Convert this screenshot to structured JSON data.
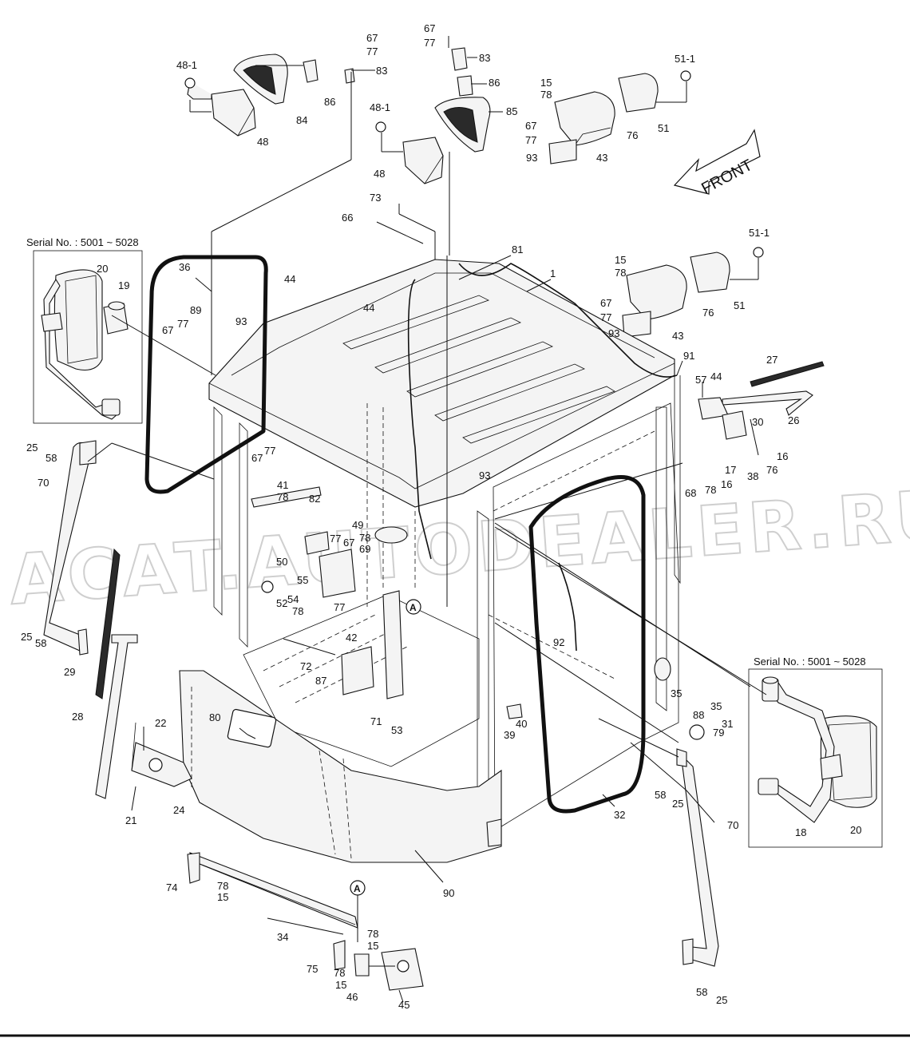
{
  "watermark": "ACAT.AUTODEALER.RU",
  "front_label": "FRONT",
  "serial_boxes": [
    {
      "title": "Serial No. : 5001 ~ 5028"
    },
    {
      "title": "Serial No. : 5001 ~ 5028"
    }
  ],
  "circle_marker": "A",
  "labels": [
    "67",
    "77",
    "83",
    "86",
    "84",
    "48",
    "48-1",
    "67",
    "77",
    "83",
    "86",
    "85",
    "48",
    "48-1",
    "15",
    "78",
    "67",
    "77",
    "93",
    "76",
    "43",
    "51",
    "51-1",
    "73",
    "66",
    "81",
    "1",
    "36",
    "44",
    "44",
    "20",
    "19",
    "89",
    "77",
    "67",
    "93",
    "15",
    "78",
    "67",
    "77",
    "93",
    "76",
    "43",
    "51",
    "51-1",
    "91",
    "27",
    "57",
    "44",
    "26",
    "30",
    "17",
    "16",
    "16",
    "38",
    "76",
    "68",
    "78",
    "25",
    "58",
    "70",
    "67",
    "77",
    "41",
    "78",
    "82",
    "93",
    "49",
    "78",
    "69",
    "77",
    "67",
    "50",
    "55",
    "52",
    "54",
    "78",
    "25",
    "58",
    "29",
    "28",
    "22",
    "21",
    "24",
    "80",
    "77",
    "42",
    "72",
    "87",
    "71",
    "53",
    "92",
    "40",
    "39",
    "35",
    "88",
    "35",
    "31",
    "79",
    "58",
    "25",
    "32",
    "70",
    "90",
    "74",
    "78",
    "15",
    "34",
    "78",
    "15",
    "75",
    "78",
    "15",
    "46",
    "45",
    "58",
    "25",
    "18",
    "20"
  ]
}
